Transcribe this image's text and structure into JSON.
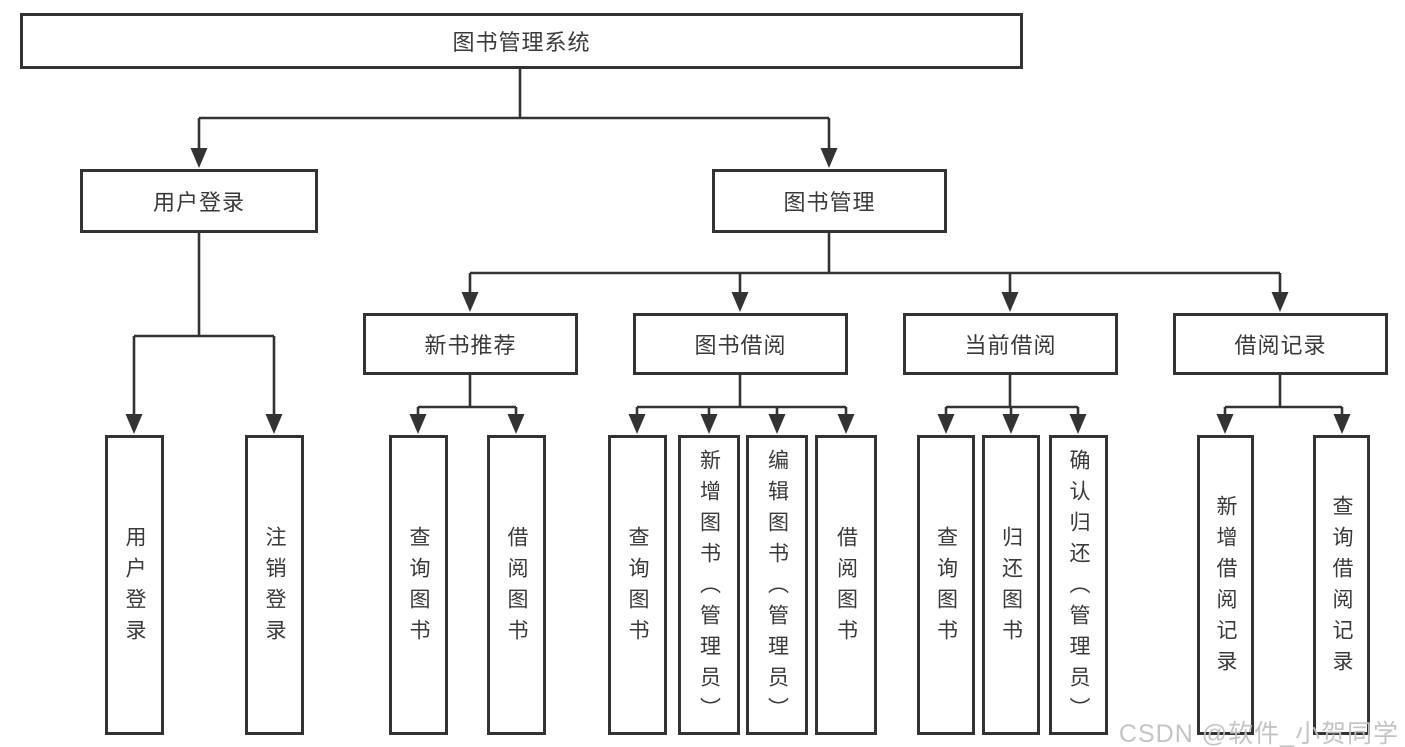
{
  "root": {
    "label": "图书管理系统"
  },
  "level2": {
    "user_login": {
      "label": "用户登录"
    },
    "book_management": {
      "label": "图书管理"
    }
  },
  "level3": {
    "new_book_recommend": {
      "label": "新书推荐"
    },
    "book_borrowing": {
      "label": "图书借阅"
    },
    "current_borrowing": {
      "label": "当前借阅"
    },
    "borrowing_records": {
      "label": "借阅记录"
    }
  },
  "leaves": {
    "user_login": {
      "label": "用户登录"
    },
    "logout": {
      "label": "注销登录"
    },
    "recommend_query_books": {
      "label": "查询图书"
    },
    "recommend_borrow_books": {
      "label": "借阅图书"
    },
    "borrowing_query_books": {
      "label": "查询图书"
    },
    "borrowing_add_books": {
      "label": "新增图书（管理员）"
    },
    "borrowing_edit_books": {
      "label": "编辑图书（管理员）"
    },
    "borrowing_borrow_books": {
      "label": "借阅图书"
    },
    "current_query_books": {
      "label": "查询图书"
    },
    "current_return_books": {
      "label": "归还图书"
    },
    "current_confirm_return": {
      "label": "确认归还（管理员）"
    },
    "records_add": {
      "label": "新增借阅记录"
    },
    "records_query": {
      "label": "查询借阅记录"
    }
  },
  "watermark": {
    "text": "CSDN @软件_小贺同学"
  },
  "colors": {
    "line": "#333333",
    "border": "#333333",
    "text": "#3a3a3a",
    "background": "#ffffff",
    "watermark": "#c1c1c1"
  }
}
